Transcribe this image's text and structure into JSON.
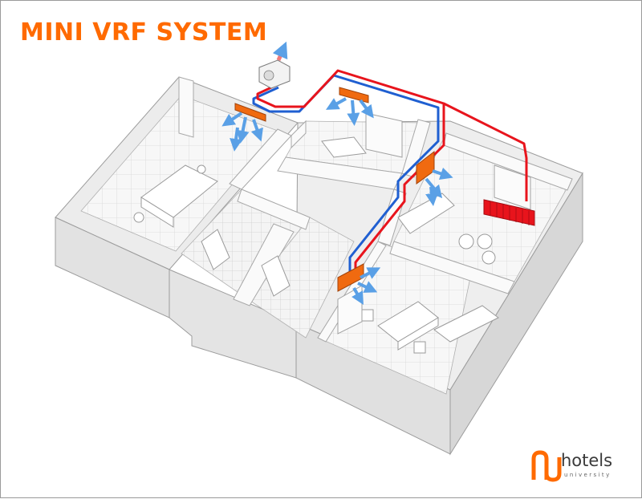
{
  "title": "MINI VRF SYSTEM",
  "logo": {
    "word": "hotels",
    "sub": "university"
  },
  "colors": {
    "accent": "#ff6a00",
    "supply_pipe": "#e8141c",
    "return_pipe": "#1f5fd1",
    "airflow": "#5aa0e6",
    "indoor_unit": "#f06a10",
    "radiator": "#e8141c"
  },
  "icons": [
    "outdoor-unit-icon",
    "indoor-unit-icon",
    "airflow-arrow-icon",
    "radiator-icon",
    "hotels-university-logo"
  ]
}
